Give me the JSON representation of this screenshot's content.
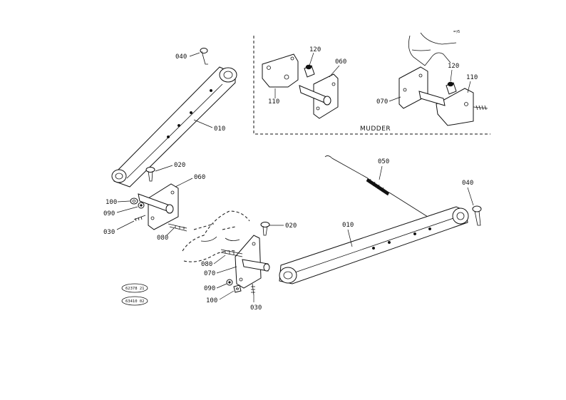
{
  "inset": {
    "title": "MUDDER",
    "labels": {
      "p120a": "120",
      "p060": "060",
      "p110a": "110",
      "p120b": "120",
      "p110b": "110",
      "p070": "070"
    }
  },
  "left_assembly": {
    "labels": {
      "p040": "040",
      "p010": "010",
      "p020": "020",
      "p060": "060",
      "p100": "100",
      "p090": "090",
      "p030": "030",
      "p080": "080"
    }
  },
  "right_assembly": {
    "labels": {
      "p050": "050",
      "p040": "040",
      "p010": "010",
      "p020": "020",
      "p080": "080",
      "p070": "070",
      "p090": "090",
      "p100": "100",
      "p030": "030"
    }
  },
  "references": [
    "62378 21",
    "63410 02"
  ]
}
